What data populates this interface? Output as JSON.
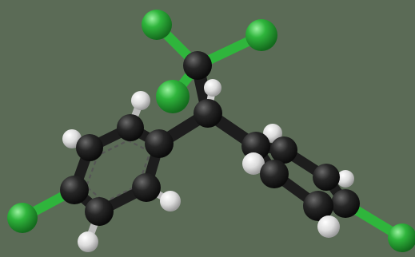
{
  "scene": {
    "background": "#5b6b56",
    "colors": {
      "carbon": "#1f1f1f",
      "chlorine": "#2fb53c",
      "hydrogen": "#e9e9e9",
      "aromatic_ring": "#555555"
    },
    "atoms": [
      {
        "id": "cl1",
        "element": "chlorine"
      },
      {
        "id": "cl2",
        "element": "chlorine"
      },
      {
        "id": "cl3",
        "element": "chlorine"
      },
      {
        "id": "cl4",
        "element": "chlorine"
      },
      {
        "id": "cl5",
        "element": "chlorine"
      },
      {
        "id": "c-ccl3",
        "element": "carbon"
      },
      {
        "id": "c-center",
        "element": "carbon"
      },
      {
        "id": "h-center",
        "element": "hydrogen"
      }
    ]
  }
}
